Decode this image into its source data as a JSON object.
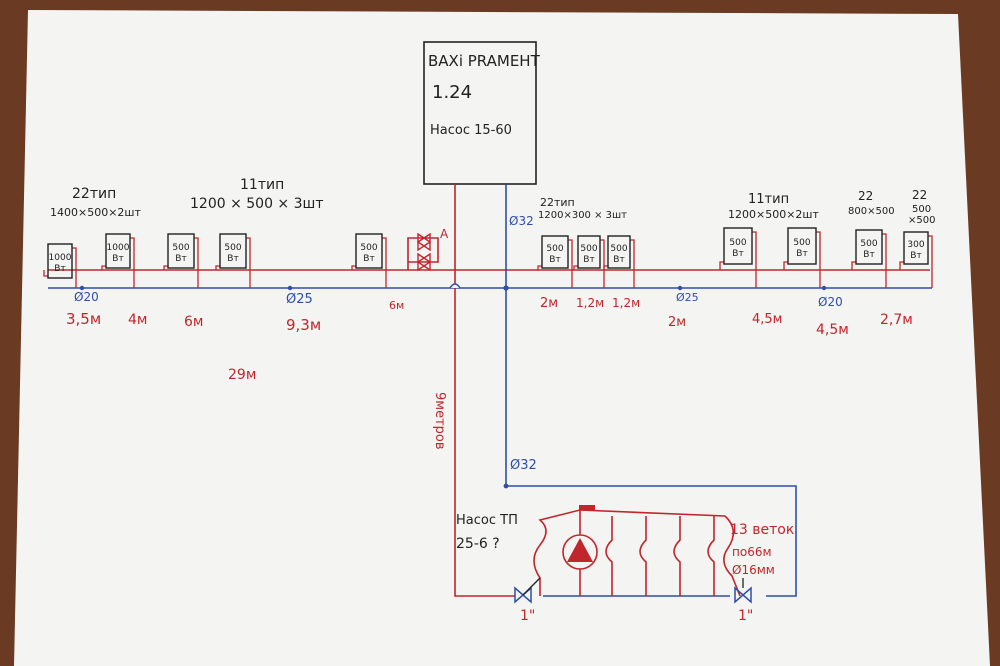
{
  "colors": {
    "table": "#6b3a22",
    "paper": "#f4f4f2",
    "ink_black": "#222222",
    "ink_red": "#c0262c",
    "ink_blue": "#2f4fa8"
  },
  "boiler": {
    "model": "BAXi PRAMEHT",
    "power": "1.24",
    "pump": "Насос 15-60"
  },
  "groups": {
    "g1_type": "22тип",
    "g1_size": "1400×500×2шт",
    "g2_type": "11тип",
    "g2_size": "1200 × 500 × 3шт",
    "g3_type": "22тип",
    "g3_size": "1200×300 × 3шт",
    "g4_type": "11тип",
    "g4_size": "1200×500×2шт",
    "g5_type": "22",
    "g5_size": "800×500",
    "g6_type": "22",
    "g6_size": "500",
    "g6_size2": "×500"
  },
  "radiators": [
    {
      "top": "1000",
      "bottom": "Вт"
    },
    {
      "top": "1000",
      "bottom": "Вт"
    },
    {
      "top": "500",
      "bottom": "Вт"
    },
    {
      "top": "500",
      "bottom": "Вт"
    },
    {
      "top": "500",
      "bottom": "Вт"
    },
    {
      "top": "500",
      "bottom": "Вт"
    },
    {
      "top": "500",
      "bottom": "Вт"
    },
    {
      "top": "500",
      "bottom": "Вт"
    },
    {
      "top": "500",
      "bottom": "Вт"
    },
    {
      "top": "500",
      "bottom": "Вт"
    },
    {
      "top": "500",
      "bottom": "Вт"
    },
    {
      "top": "300",
      "bottom": "Вт"
    }
  ],
  "valve_label": "A",
  "diameters": {
    "left_20": "Ø20",
    "left_25": "Ø25",
    "riser_32": "Ø32",
    "right_25": "Ø25",
    "right_20": "Ø20",
    "floor_32": "Ø32"
  },
  "lengths": {
    "l1": "3,5м",
    "l2": "4м",
    "l3": "6м",
    "l4": "9,3м",
    "l5": "6м",
    "l6": "2м",
    "l7": "1,2м",
    "l8": "1,2м",
    "l9": "2м",
    "l10": "4,5м",
    "l11": "4,5м",
    "l12": "2,7м",
    "total": "29м"
  },
  "riser_length": "9метров",
  "floor_heating": {
    "pump_line1": "Насос ТП",
    "pump_line2": "25-6 ?",
    "loops_line1": "13 веток",
    "loops_line2": "по66м",
    "loops_line3": "Ø16мм",
    "valve_left": "1\"",
    "valve_right": "1\""
  }
}
